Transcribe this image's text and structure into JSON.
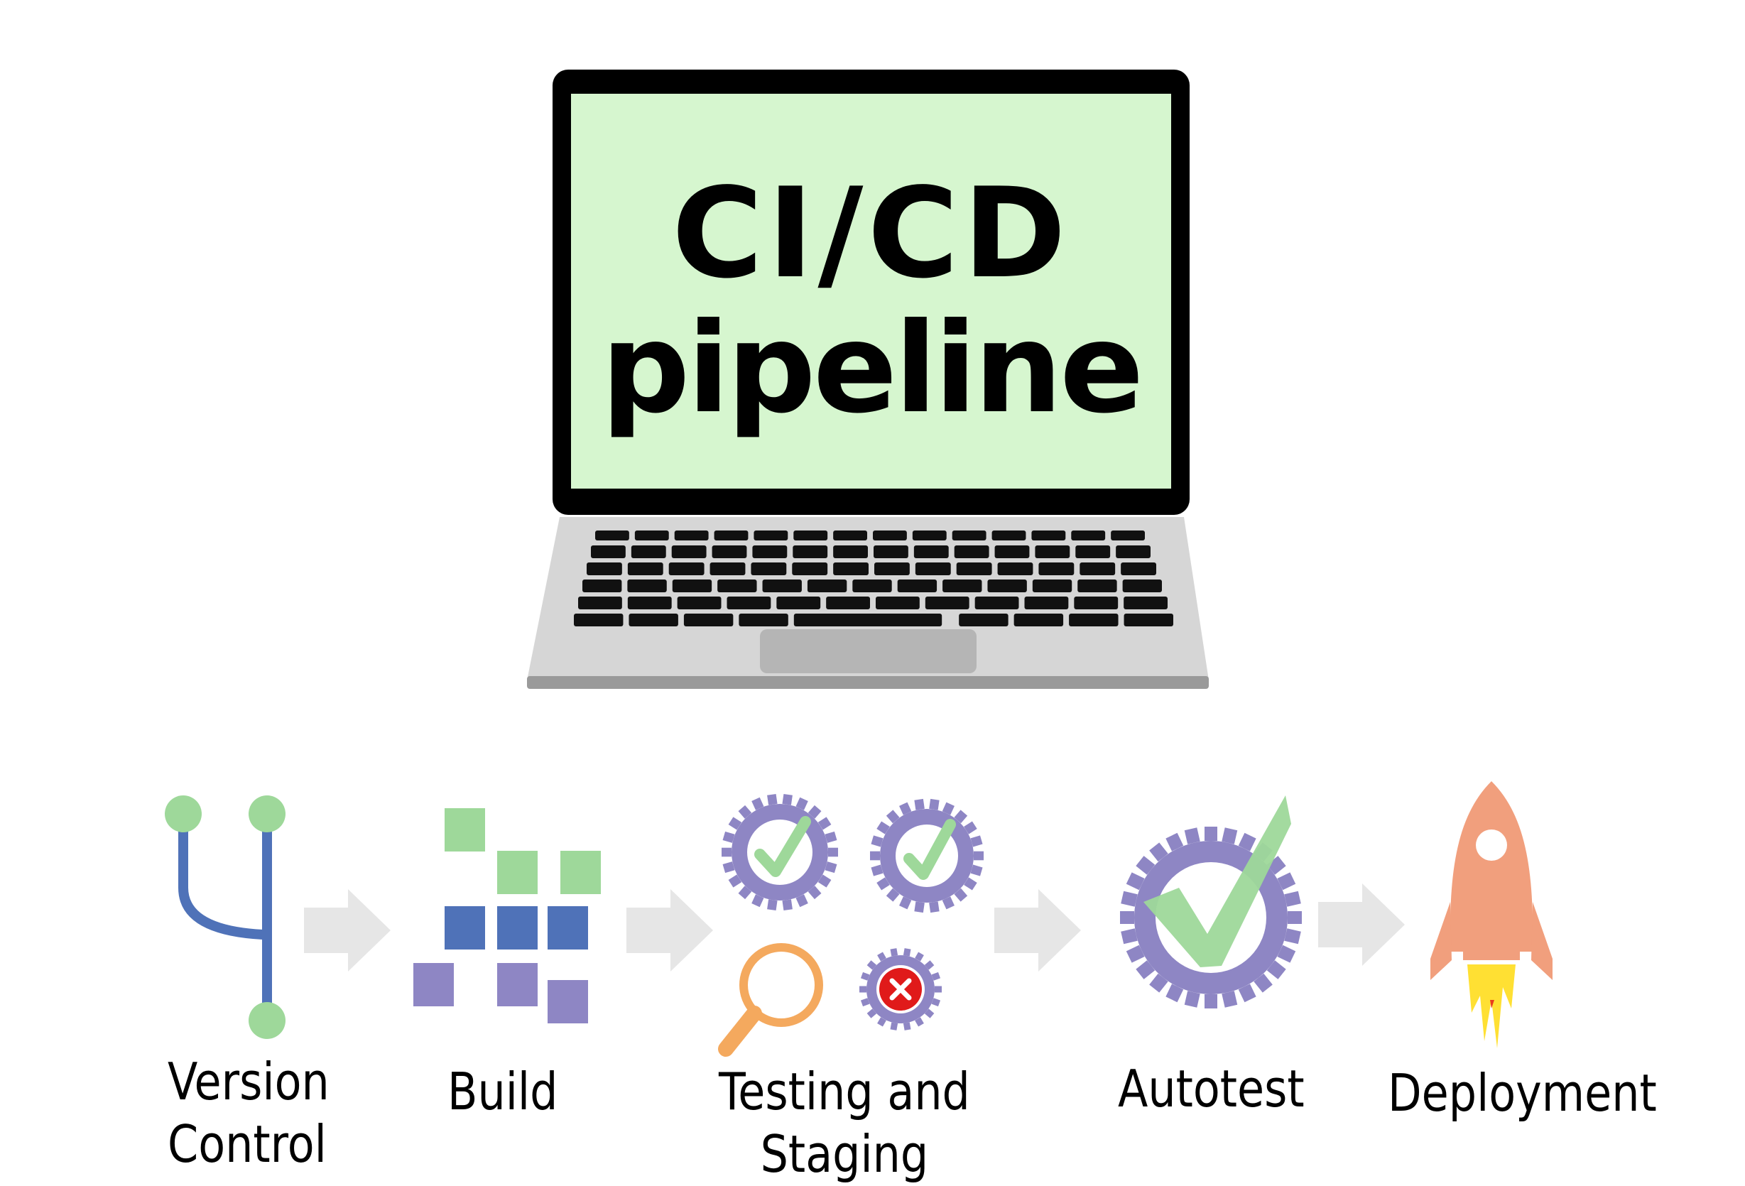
{
  "screen": {
    "line1": "CI/CD",
    "line2": "pipeline",
    "background": "#d6f6cf"
  },
  "stages": [
    {
      "label": "Version\nControl",
      "icon": "git-branch-icon"
    },
    {
      "label": "Build",
      "icon": "build-blocks-icon"
    },
    {
      "label": "Testing and\nStaging",
      "icon": "gears-magnifier-icon"
    },
    {
      "label": "Autotest",
      "icon": "gear-check-icon"
    },
    {
      "label": "Deployment",
      "icon": "rocket-icon"
    }
  ],
  "colors": {
    "green": "#9ed89a",
    "blue": "#4f72b8",
    "purple": "#8e86c4",
    "orange": "#f19f7d",
    "magnifier": "#f4a95e",
    "fail_red": "#e01a1a",
    "arrow": "#e6e6e6"
  }
}
